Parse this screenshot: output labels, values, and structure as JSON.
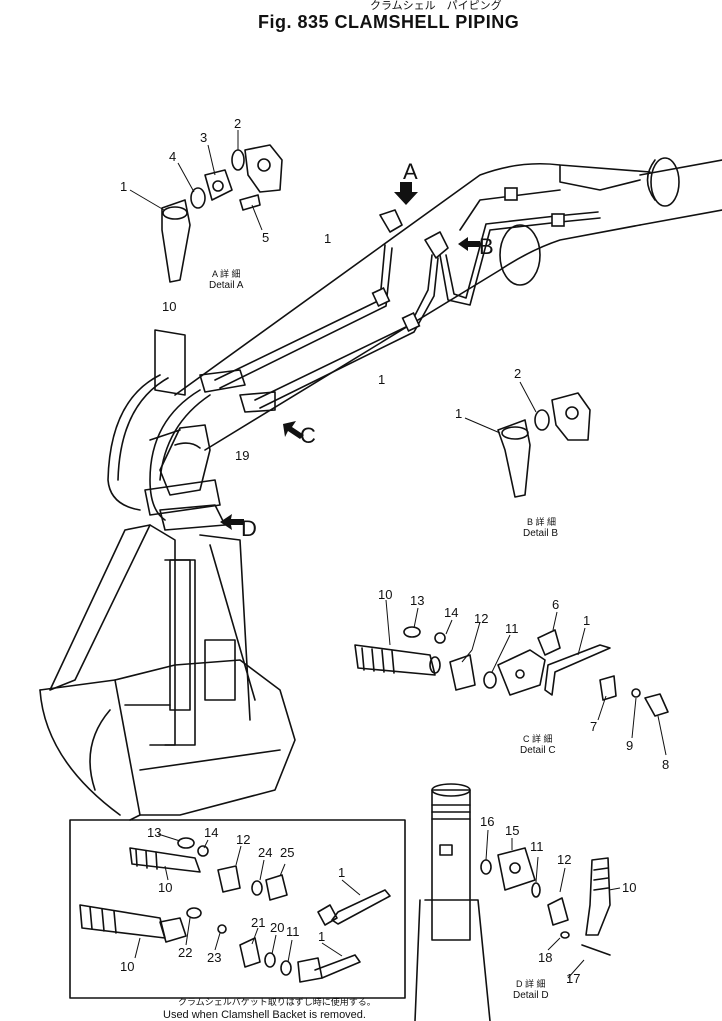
{
  "figure": {
    "title_jp": "クラムシェル　パイピング",
    "title": "Fig. 835   CLAMSHELL  PIPING"
  },
  "views": [
    "A",
    "B",
    "C",
    "D"
  ],
  "details": {
    "a": {
      "jp": "A 詳 細",
      "en": "Detail A"
    },
    "b": {
      "jp": "B 詳 細",
      "en": "Detail B"
    },
    "c": {
      "jp": "C 詳 細",
      "en": "Detail C"
    },
    "d": {
      "jp": "D 詳 細",
      "en": "Detail D"
    }
  },
  "callouts": {
    "detail_a": [
      "1",
      "2",
      "3",
      "4",
      "5"
    ],
    "main": [
      "1",
      "1",
      "10",
      "19"
    ],
    "detail_b": [
      "1",
      "2"
    ],
    "detail_c": [
      "10",
      "13",
      "14",
      "12",
      "11",
      "6",
      "1",
      "7",
      "9",
      "8"
    ],
    "box": [
      "13",
      "14",
      "12",
      "24",
      "25",
      "10",
      "1",
      "10",
      "22",
      "23",
      "21",
      "20",
      "11",
      "1"
    ],
    "detail_d": [
      "16",
      "15",
      "11",
      "12",
      "10",
      "18",
      "17"
    ]
  },
  "note": {
    "jp": "クラムシェルバケット取りはずし時に使用する。",
    "en": "Used when Clamshell Backet is removed."
  }
}
